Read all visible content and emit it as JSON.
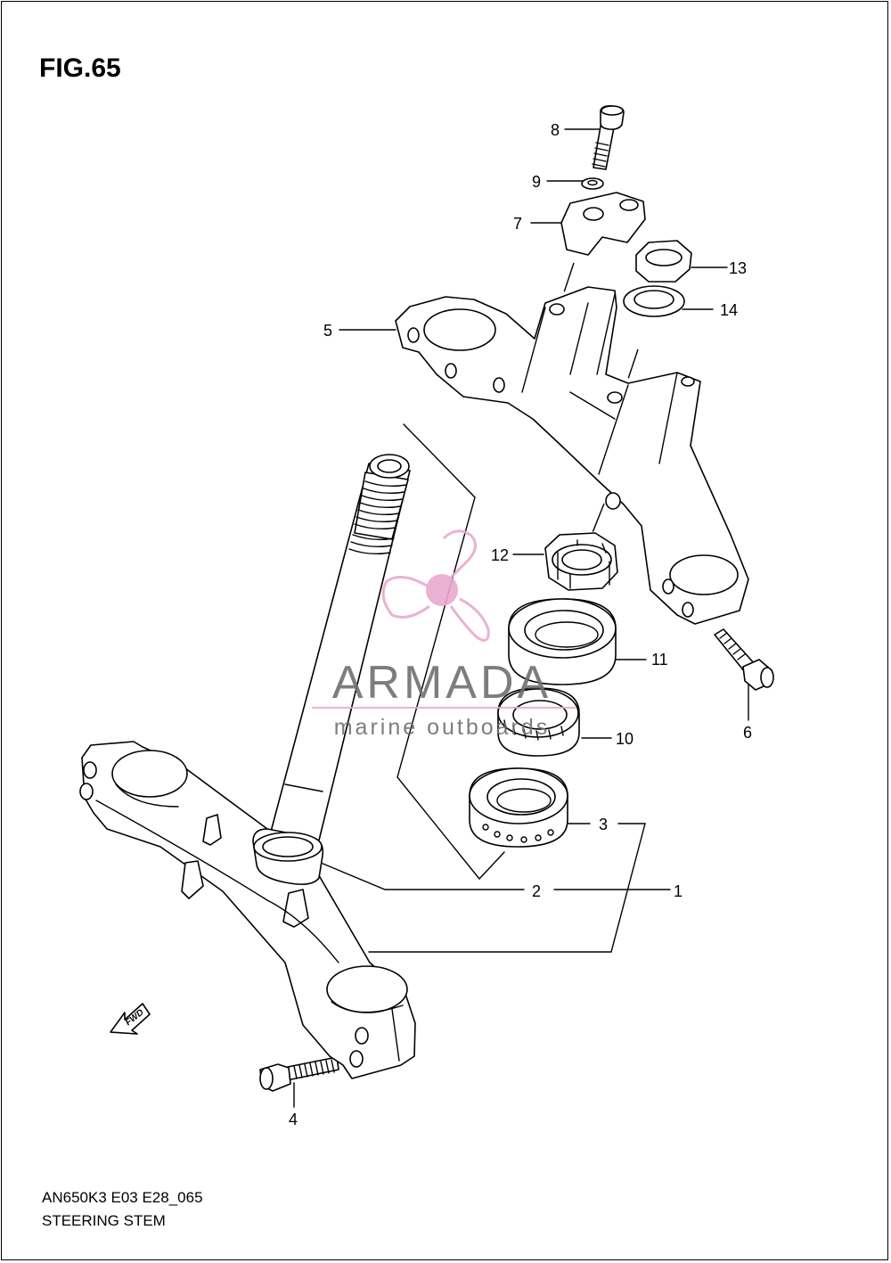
{
  "figure": {
    "title": "FIG.65",
    "model_code": "AN650K3 E03 E28_065",
    "section_name": "STEERING STEM",
    "fwd_label": "FWD"
  },
  "watermark": {
    "brand": "ARMADA",
    "tagline": "marine outboards",
    "color_text": "#6f6f6f",
    "color_logo": "#e9a9cf"
  },
  "callouts": {
    "c1": "1",
    "c2": "2",
    "c3": "3",
    "c4": "4",
    "c5": "5",
    "c6": "6",
    "c7": "7",
    "c8": "8",
    "c9": "9",
    "c10": "10",
    "c11": "11",
    "c12": "12",
    "c13": "13",
    "c14": "14"
  }
}
